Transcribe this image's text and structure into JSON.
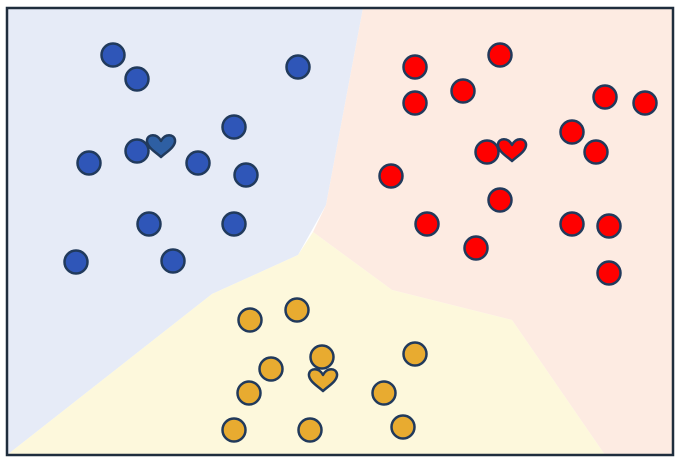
{
  "colors": {
    "border": "#1f2d3d",
    "region_blue": "#e6ebf7",
    "region_red": "#fdebe2",
    "region_yellow": "#fdf8dc",
    "blue": "#2f56b8",
    "red": "#ff0000",
    "yellow": "#e8ab30",
    "centroid_blue": "#2e5fa3",
    "stroke": "#213a5c"
  },
  "clusters": [
    {
      "name": "blue",
      "icon": "circle",
      "centroid_icon": "heart-icon",
      "points": [
        [
          113,
          55
        ],
        [
          137,
          79
        ],
        [
          298,
          67
        ],
        [
          234,
          127
        ],
        [
          89,
          163
        ],
        [
          137,
          151
        ],
        [
          198,
          163
        ],
        [
          246,
          175
        ],
        [
          149,
          224
        ],
        [
          234,
          224
        ],
        [
          76,
          262
        ],
        [
          173,
          261
        ]
      ],
      "centroid": [
        161,
        146
      ]
    },
    {
      "name": "red",
      "icon": "circle",
      "centroid_icon": "heart-icon",
      "points": [
        [
          415,
          67
        ],
        [
          500,
          55
        ],
        [
          463,
          91
        ],
        [
          415,
          103
        ],
        [
          605,
          97
        ],
        [
          645,
          103
        ],
        [
          572,
          132
        ],
        [
          596,
          152
        ],
        [
          487,
          152
        ],
        [
          391,
          176
        ],
        [
          500,
          200
        ],
        [
          427,
          224
        ],
        [
          476,
          248
        ],
        [
          572,
          224
        ],
        [
          609,
          226
        ],
        [
          609,
          273
        ]
      ],
      "centroid": [
        512,
        150
      ]
    },
    {
      "name": "yellow",
      "icon": "circle",
      "centroid_icon": "heart-icon",
      "points": [
        [
          250,
          320
        ],
        [
          297,
          310
        ],
        [
          322,
          357
        ],
        [
          415,
          354
        ],
        [
          271,
          369
        ],
        [
          249,
          393
        ],
        [
          384,
          393
        ],
        [
          234,
          430
        ],
        [
          310,
          430
        ],
        [
          403,
          427
        ]
      ],
      "centroid": [
        323,
        380
      ]
    }
  ]
}
